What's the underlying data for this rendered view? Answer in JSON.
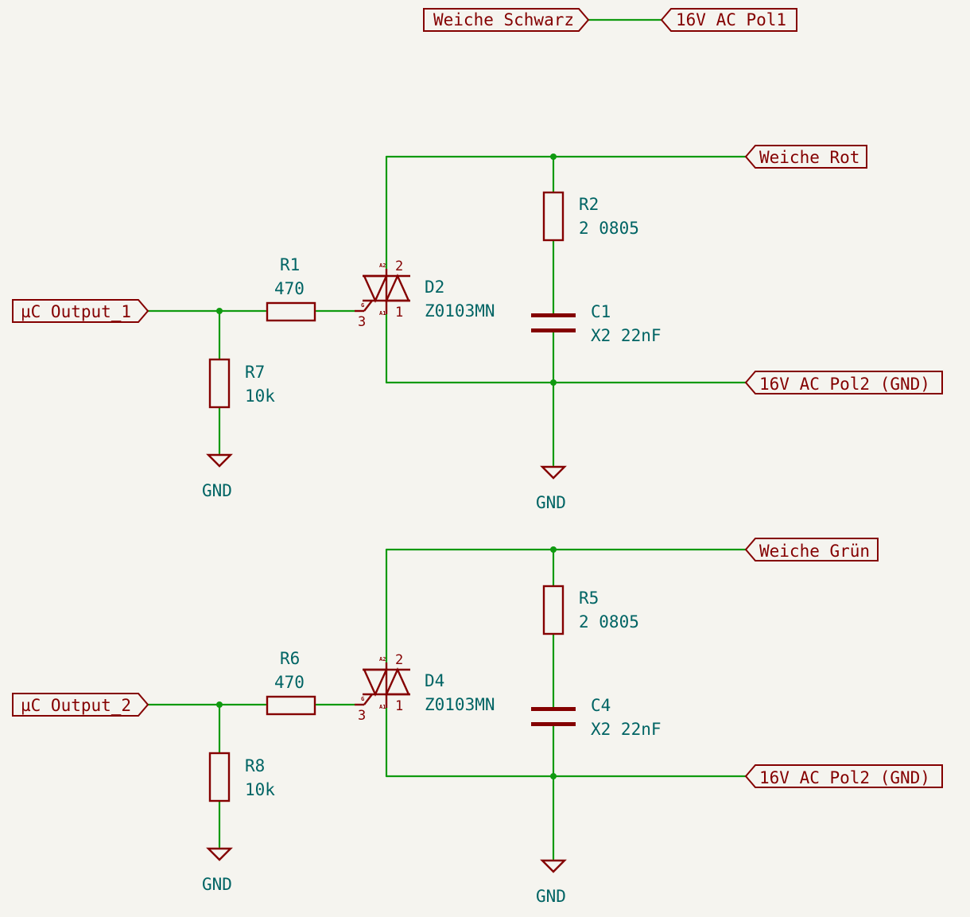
{
  "labels": {
    "weiche_schwarz": "Weiche Schwarz",
    "ac_pol1": "16V AC Pol1",
    "weiche_rot": "Weiche Rot",
    "weiche_gruen": "Weiche Grün",
    "ac_pol2_top": "16V AC Pol2 (GND)",
    "ac_pol2_bottom": "16V AC Pol2 (GND)",
    "uc_output_1": "µC Output_1",
    "uc_output_2": "µC Output_2"
  },
  "power": {
    "gnd": "GND"
  },
  "components": {
    "R1": {
      "ref": "R1",
      "value": "470"
    },
    "R2": {
      "ref": "R2",
      "value": "2 0805"
    },
    "R5": {
      "ref": "R5",
      "value": "2 0805"
    },
    "R6": {
      "ref": "R6",
      "value": "470"
    },
    "R7": {
      "ref": "R7",
      "value": "10k"
    },
    "R8": {
      "ref": "R8",
      "value": "10k"
    },
    "C1": {
      "ref": "C1",
      "value": "X2 22nF"
    },
    "C4": {
      "ref": "C4",
      "value": "X2 22nF"
    },
    "D2": {
      "ref": "D2",
      "value": "Z0103MN"
    },
    "D4": {
      "ref": "D4",
      "value": "Z0103MN"
    }
  },
  "triac_pins": {
    "pin_a2": "2",
    "pin_a1": "1",
    "pin_g": "3",
    "name_a2": "A2",
    "name_a1": "A1",
    "name_g": "G"
  }
}
